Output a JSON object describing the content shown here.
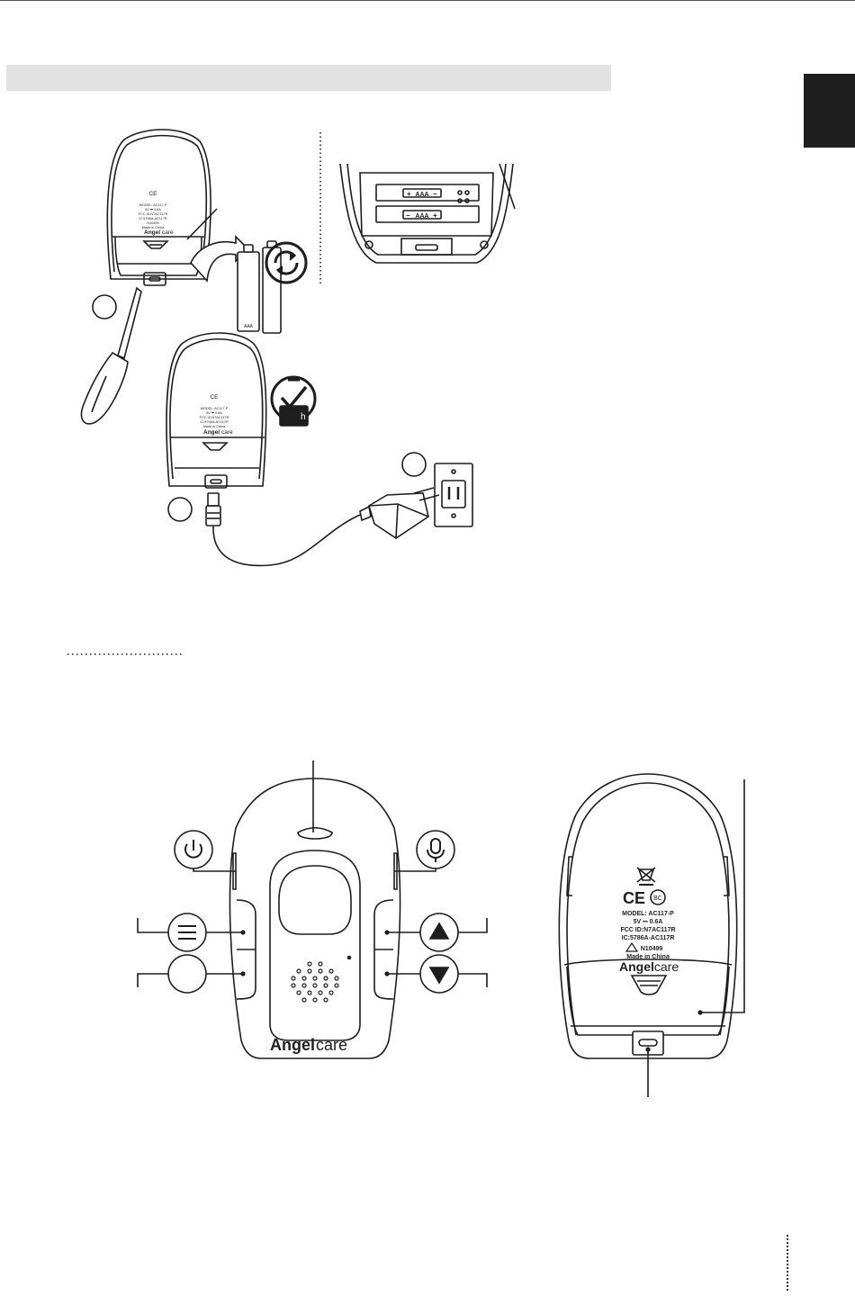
{
  "battery_labels": {
    "top": "AAA",
    "bottom": "AAA"
  },
  "battery_side_label": "AAA",
  "back_label": {
    "ce": "CE",
    "bc": "BC",
    "model": "MODEL: AC117-P",
    "power": "5V ⎓ 0.6A",
    "fcc": "FCC ID:N7AC117R",
    "ic": "IC:5786A-AC117R",
    "rcm": "N10499",
    "origin": "Made in China"
  },
  "brand": {
    "bold": "Angel",
    "light": "care"
  },
  "timer_badge": "h",
  "colors": {
    "ink": "#1e1e1e",
    "bar": "#e2e2e2",
    "tab": "#1e1e1e"
  },
  "icons": [
    "power-icon",
    "microphone-icon",
    "menu-icon",
    "volume-up-icon",
    "volume-down-icon",
    "refresh-icon",
    "clock-check-icon",
    "screwdriver-icon",
    "wall-outlet-icon",
    "power-adapter-icon",
    "usb-plug-icon"
  ]
}
